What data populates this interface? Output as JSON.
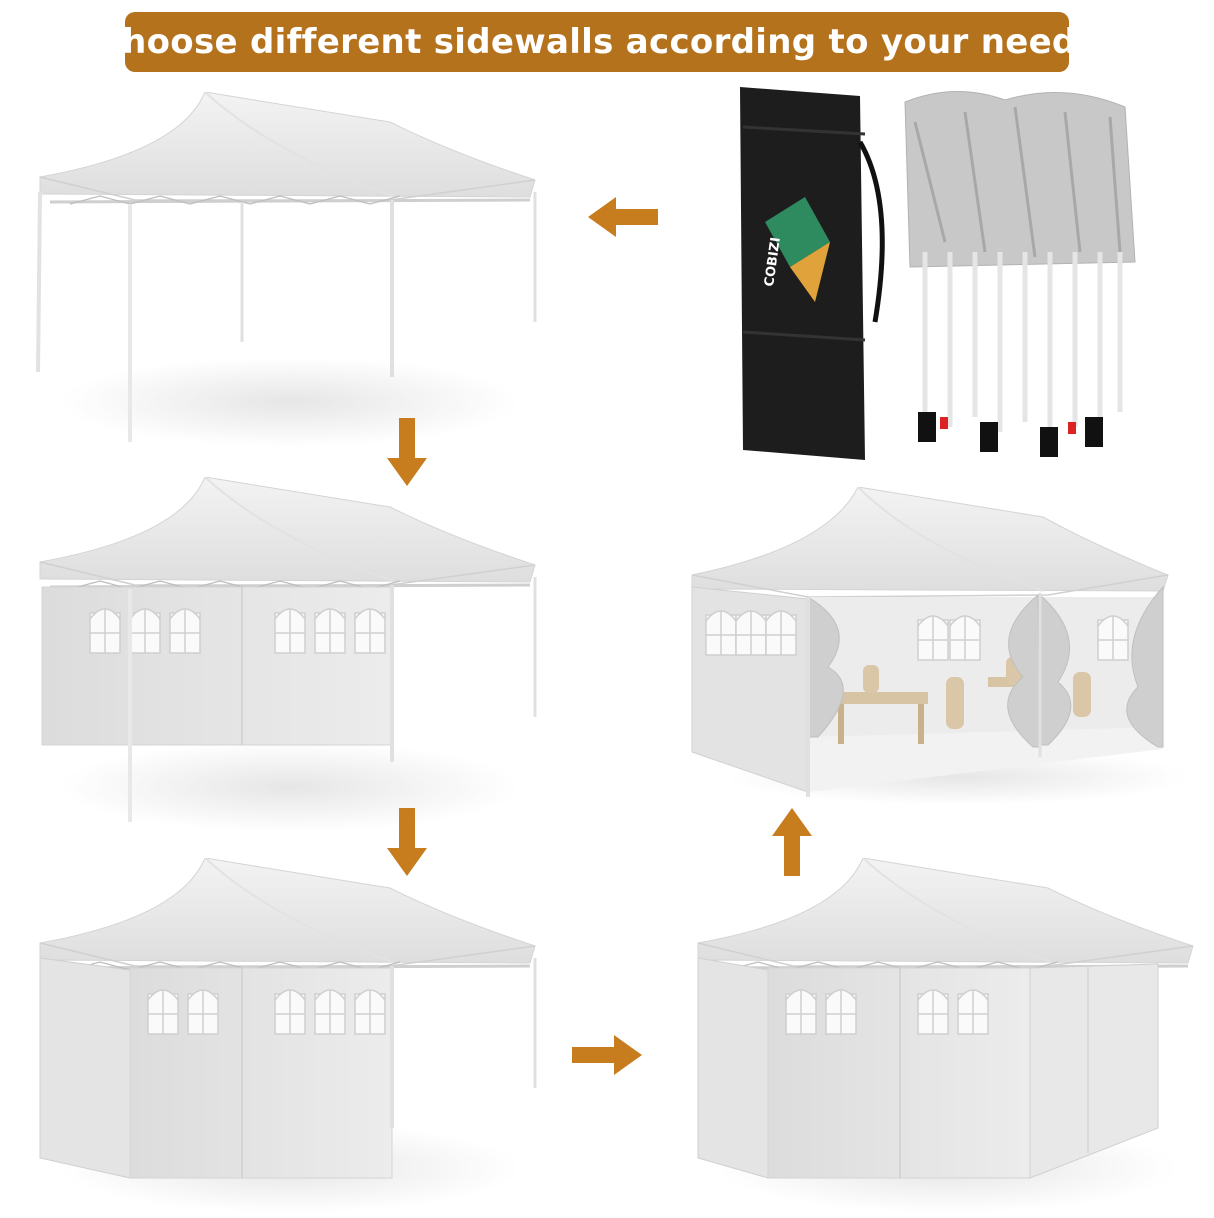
{
  "banner": {
    "text": "Choose different sidewalls according to your needs",
    "bg_color": "#b5721d"
  },
  "accent_color": "#c77c1e",
  "bag": {
    "brand": "COBIZI"
  },
  "panels": [
    {
      "name": "canopy-no-walls",
      "walls": "none"
    },
    {
      "name": "canopy-one-window-wall",
      "walls": "one window sidewall"
    },
    {
      "name": "canopy-three-walls",
      "walls": "window sidewall + side walls"
    },
    {
      "name": "canopy-four-walls",
      "walls": "window sidewall + solid sidewalls"
    },
    {
      "name": "canopy-open-doors-party",
      "walls": "all sidewalls with open doors"
    },
    {
      "name": "packed-bag-and-frame",
      "walls": "folded"
    }
  ],
  "arrows": [
    "arrow-left",
    "arrow-down",
    "arrow-down",
    "arrow-right",
    "arrow-up"
  ]
}
